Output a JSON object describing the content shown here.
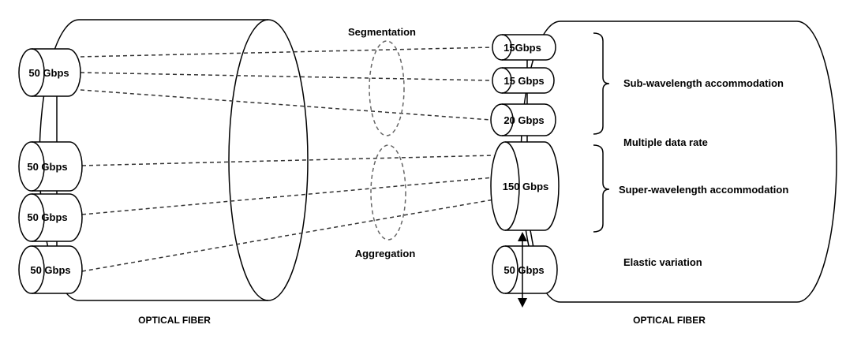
{
  "left_fiber": {
    "label": "OPTICAL FIBER",
    "channels": [
      "50 Gbps",
      "50 Gbps",
      "50 Gbps",
      "50 Gbps"
    ]
  },
  "right_fiber": {
    "label": "OPTICAL FIBER",
    "channels": [
      "15Gbps",
      "15 Gbps",
      "20 Gbps",
      "150 Gbps",
      "50 Gbps"
    ]
  },
  "middle": {
    "segmentation": "Segmentation",
    "aggregation": "Aggregation"
  },
  "annotations": {
    "sub_wavelength": "Sub-wavelength accommodation",
    "multiple_rate": "Multiple data rate",
    "super_wavelength": "Super-wavelength accommodation",
    "elastic": "Elastic variation"
  }
}
